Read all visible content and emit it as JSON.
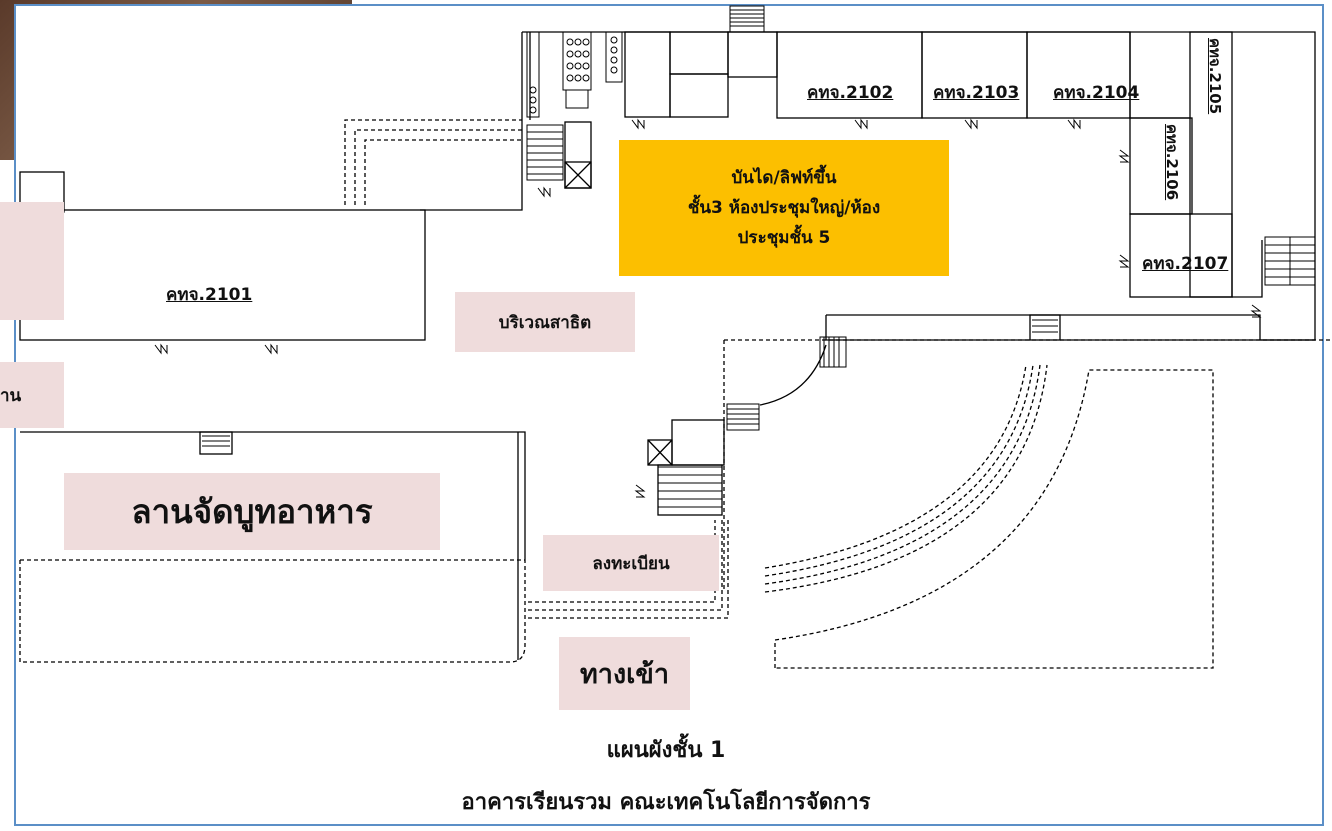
{
  "map": {
    "labels": {
      "stairs_lift": [
        "บันได/ลิฟท์ขึ้น",
        "ชั้น3 ห้องประชุมใหญ่/ห้อง",
        "ประชุมชั้น 5"
      ],
      "demo_area": "บริเวณสาธิต",
      "food_court": "ลานจัดบูทอาหาร",
      "registration": "ลงทะเบียน",
      "entrance": "ทางเข้า",
      "left_partial_bottom": "าน"
    },
    "rooms": {
      "r2101": "คทจ.2101",
      "r2102": "คทจ.2102",
      "r2103": "คทจ.2103",
      "r2104": "คทจ.2104",
      "r2105": "คทจ.2105",
      "r2106": "คทจ.2106",
      "r2107": "คทจ.2107"
    },
    "caption": {
      "line1": "แผนผังชั้น 1",
      "line2": "อาคารเรียนรวม คณะเทคโนโลยีการจัดการ"
    },
    "colors": {
      "highlight": "#fcbf00",
      "label_bg": "#efdcdc",
      "frame": "#5b8fc7",
      "ink": "#000000"
    }
  }
}
